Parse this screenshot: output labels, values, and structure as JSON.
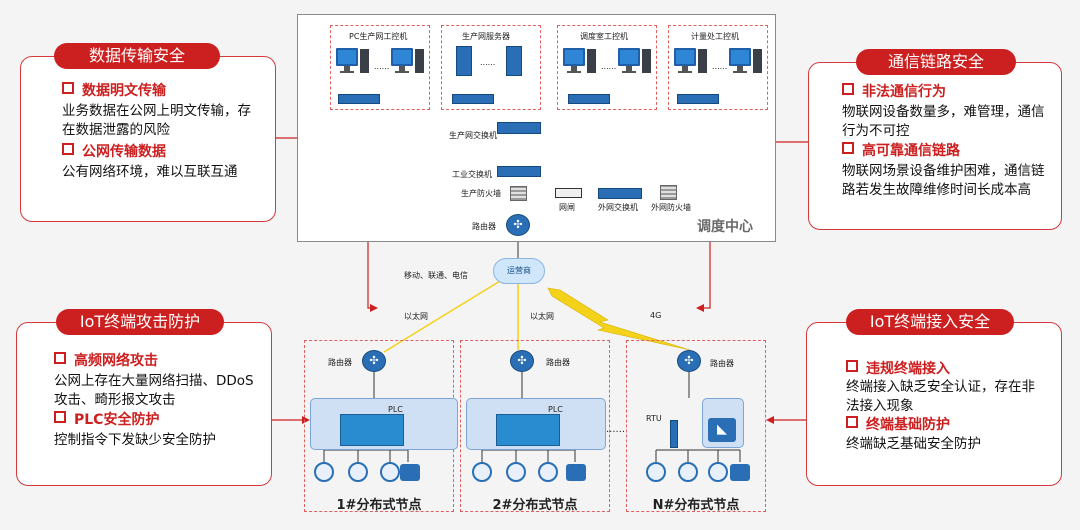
{
  "dispatch_center": {
    "title": "调度中心",
    "groups": [
      "PC生产网工控机",
      "生产网服务器",
      "调度室工控机",
      "计量处工控机"
    ],
    "ellipsis": "......",
    "devices": {
      "production_switch": "生产网交换机",
      "industrial_switch": "工业交换机",
      "production_firewall": "生产防火墙",
      "gateway": "网闸",
      "external_switch": "外网交换机",
      "external_firewall": "外网防火墙",
      "router": "路由器"
    }
  },
  "network": {
    "carriers": "移动、联通、电信",
    "cloud": "运营商",
    "links": [
      "以太网",
      "以太网",
      "4G"
    ]
  },
  "nodes": [
    {
      "title": "1#分布式节点",
      "router": "路由器",
      "plc": "PLC"
    },
    {
      "title": "2#分布式节点",
      "router": "路由器",
      "plc": "PLC"
    },
    {
      "title": "N#分布式节点",
      "router": "路由器",
      "rtu": "RTU"
    }
  ],
  "node_ellipsis": "......",
  "panels": {
    "data_transfer": {
      "title": "数据传输安全",
      "items": [
        {
          "heading": "数据明文传输",
          "text": "业务数据在公网上明文传输，存在数据泄露的风险"
        },
        {
          "heading": "公网传输数据",
          "text": "公有网络环境，难以互联互通"
        }
      ]
    },
    "comm_link": {
      "title": "通信链路安全",
      "items": [
        {
          "heading": "非法通信行为",
          "text": "物联网设备数量多，难管理，通信行为不可控"
        },
        {
          "heading": "高可靠通信链路",
          "text": "物联网场景设备维护困难，通信链路若发生故障维修时间长成本高"
        }
      ]
    },
    "iot_attack": {
      "title": "IoT终端攻击防护",
      "items": [
        {
          "heading": "高频网络攻击",
          "text": "公网上存在大量网络扫描、DDoS攻击、畸形报文攻击"
        },
        {
          "heading": "PLC安全防护",
          "text": "控制指令下发缺少安全防护"
        }
      ]
    },
    "iot_access": {
      "title": "IoT终端接入安全",
      "items": [
        {
          "heading": "违规终端接入",
          "text": "终端接入缺乏安全认证，存在非法接入现象"
        },
        {
          "heading": "终端基础防护",
          "text": "终端缺乏基础安全防护"
        }
      ]
    }
  },
  "colors": {
    "accent_red": "#cc1f1f",
    "device_blue": "#2a6fb5",
    "link_yellow": "#f5d21a"
  }
}
